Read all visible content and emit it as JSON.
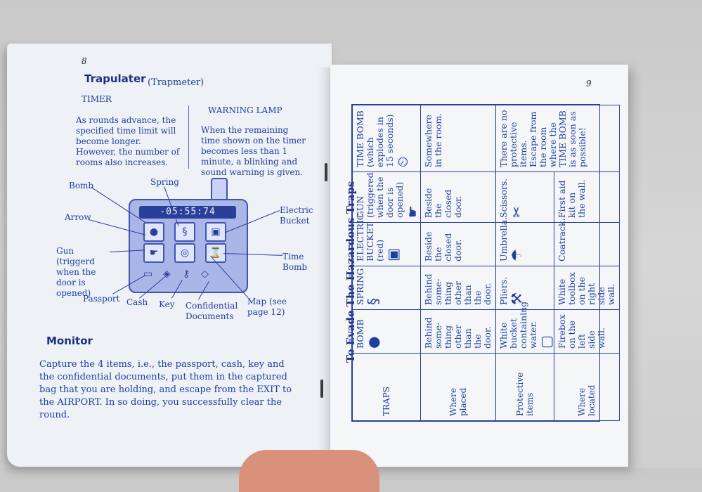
{
  "left_page": {
    "page_number": "8",
    "title": "Trapulater",
    "title_sub": "(Trapmeter)",
    "timer": {
      "heading": "TIMER",
      "text": "As rounds advance, the specified time limit will become longer. However, the number of rooms also increases."
    },
    "warning_lamp": {
      "heading": "WARNING LAMP",
      "text": "When the remaining time shown on the timer becomes less than 1 minute, a blinking and sound warning is given."
    },
    "device": {
      "display": "-05:55:74",
      "labels": {
        "bomb": "Bomb",
        "spring": "Spring",
        "arrow": "Arrow",
        "electric_bucket": "Electric Bucket",
        "gun": "Gun (triggerd when the door is opened)",
        "time_bomb": "Time Bomb",
        "passport": "Passport",
        "cash": "Cash",
        "key": "Key",
        "confidential": "Confidential Documents",
        "map": "Map (see page 12)"
      }
    },
    "monitor": {
      "heading": "Monitor",
      "text": "Capture the 4 items, i.e., the passport, cash, key and the confidential documents, put them in the captured bag that you are holding, and escape from the EXIT to the AIRPORT. In so doing, you successfully clear the round."
    }
  },
  "right_page": {
    "page_number": "9",
    "table_title": "To Evade The Hazardous Traps",
    "headers": [
      "TRAPS",
      "Where placed",
      "Protective items",
      "Where located"
    ],
    "rows": [
      {
        "trap": "BOMB",
        "icon": "bomb-icon",
        "placed": "Behind some-thing other than the door.",
        "protective": "White bucket containing water.",
        "protective_icon": "bucket-icon",
        "located": "Firebox on the left side wall."
      },
      {
        "trap": "SPRING",
        "icon": "spring-icon",
        "placed": "Behind some-thing other than the door.",
        "protective": "Pliers.",
        "protective_icon": "pliers-icon",
        "located": "White toolbox on the right side wall."
      },
      {
        "trap": "ELECTRIC BUCKET (red)",
        "icon": "bucket-icon",
        "placed": "Beside the closed door.",
        "protective": "Umbrella.",
        "protective_icon": "umbrella-icon",
        "located": "Coatrack."
      },
      {
        "trap": "GUN (triggered when the door is opened)",
        "icon": "gun-icon",
        "placed": "Beside the closed door.",
        "protective": "Scissors.",
        "protective_icon": "scissors-icon",
        "located": "First aid kit on the wall."
      },
      {
        "trap": "TIME BOMB (which explodes in 15 seconds)",
        "icon": "clock-icon",
        "placed": "Somewhere in the room.",
        "protective": "There are no protective items. Escape from the room where the TIME BOMB is as soon as possible!",
        "protective_icon": "",
        "located": ""
      }
    ]
  }
}
